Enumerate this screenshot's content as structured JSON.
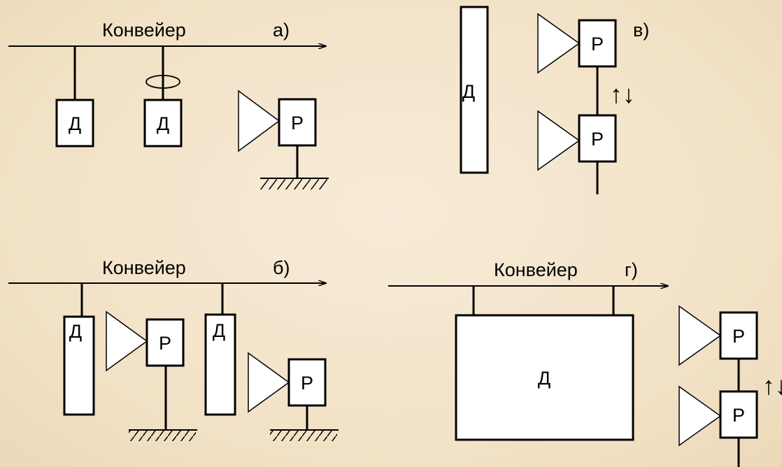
{
  "panels": {
    "a": {
      "letter": "а)",
      "conveyor": "Конвейер",
      "detail": "Д",
      "robot": "Р"
    },
    "b": {
      "letter": "б)",
      "conveyor": "Конвейер",
      "detail": "Д",
      "robot": "Р"
    },
    "v": {
      "letter": "в)",
      "detail": "Д",
      "robot": "Р",
      "motion": "↑↓"
    },
    "g": {
      "letter": "г)",
      "conveyor": "Конвейер",
      "detail": "Д",
      "robot": "Р",
      "motion": "↑↓"
    }
  }
}
